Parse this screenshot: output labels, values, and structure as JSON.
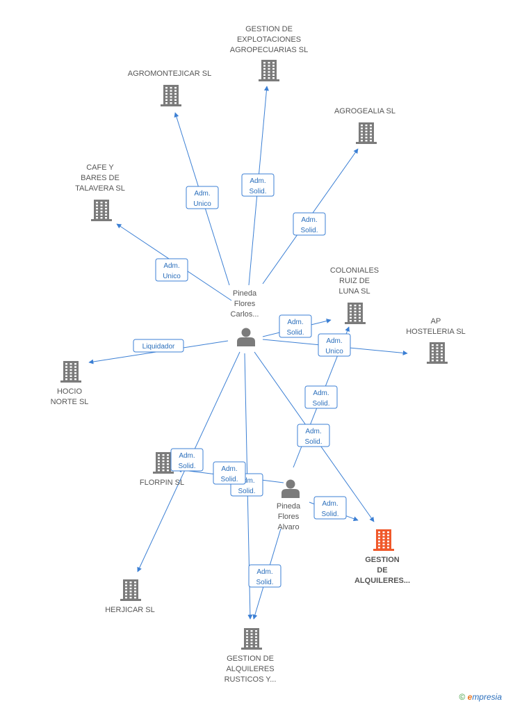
{
  "colors": {
    "edge": "#3b7fd4",
    "building": "#7b7b7b",
    "highlight": "#f0592b",
    "person": "#7b7b7b"
  },
  "nodes": [
    {
      "id": "gestion_explot",
      "kind": "company",
      "lines": [
        "GESTION DE",
        "EXPLOTACIONES",
        "AGROPECUARIAS SL"
      ]
    },
    {
      "id": "agromontejicar",
      "kind": "company",
      "lines": [
        "AGROMONTEJICAR SL"
      ]
    },
    {
      "id": "agrogealia",
      "kind": "company",
      "lines": [
        "AGROGEALIA SL"
      ]
    },
    {
      "id": "cafe",
      "kind": "company",
      "lines": [
        "CAFE Y",
        "BARES DE",
        "TALAVERA SL"
      ]
    },
    {
      "id": "coloniales",
      "kind": "company",
      "lines": [
        "COLONIALES",
        "RUIZ DE",
        "LUNA  SL"
      ]
    },
    {
      "id": "ap",
      "kind": "company",
      "lines": [
        "AP",
        "HOSTELERIA SL"
      ]
    },
    {
      "id": "hocio",
      "kind": "company",
      "lines": [
        "HOCIO",
        "NORTE SL"
      ]
    },
    {
      "id": "florpin",
      "kind": "company",
      "lines": [
        "FLORPIN SL"
      ]
    },
    {
      "id": "herjicar",
      "kind": "company",
      "lines": [
        "HERJICAR SL"
      ]
    },
    {
      "id": "gestion_rusticos",
      "kind": "company",
      "lines": [
        "GESTION DE",
        "ALQUILERES",
        "RUSTICOS Y..."
      ]
    },
    {
      "id": "gestion_main",
      "kind": "company_main",
      "lines": [
        "GESTION",
        "DE",
        "ALQUILERES..."
      ]
    },
    {
      "id": "pineda_carlos",
      "kind": "person",
      "lines": [
        "Pineda",
        "Flores",
        "Carlos..."
      ]
    },
    {
      "id": "pineda_alvaro",
      "kind": "person",
      "lines": [
        "Pineda",
        "Flores",
        "Alvaro"
      ]
    }
  ],
  "edges": [
    {
      "id": "e1",
      "lines": [
        "Adm.",
        "Unico"
      ]
    },
    {
      "id": "e2",
      "lines": [
        "Adm.",
        "Solid."
      ]
    },
    {
      "id": "e3",
      "lines": [
        "Adm.",
        "Solid."
      ]
    },
    {
      "id": "e4",
      "lines": [
        "Adm.",
        "Unico"
      ]
    },
    {
      "id": "e5",
      "lines": [
        "Adm.",
        "Solid."
      ]
    },
    {
      "id": "e6",
      "lines": [
        "Adm.",
        "Unico"
      ]
    },
    {
      "id": "e7",
      "lines": [
        "Liquidador"
      ]
    },
    {
      "id": "e8",
      "lines": [
        "Adm.",
        "Solid."
      ]
    },
    {
      "id": "e9",
      "lines": [
        "Adm.",
        "Solid."
      ]
    },
    {
      "id": "e10",
      "lines": [
        "Adm.",
        "Solid."
      ]
    },
    {
      "id": "e11",
      "lines": [
        "Adm.",
        "Solid."
      ]
    },
    {
      "id": "e12",
      "lines": [
        "Adm.",
        "Solid."
      ]
    },
    {
      "id": "e13",
      "lines": [
        "Adm.",
        "Solid."
      ]
    },
    {
      "id": "e14",
      "lines": [
        "Adm.",
        "Solid."
      ]
    },
    {
      "id": "e15",
      "lines": [
        "Adm.",
        "Solid."
      ]
    }
  ],
  "footer": {
    "copyright": "©",
    "brand_e": "e",
    "brand_rest": "mpresia"
  }
}
